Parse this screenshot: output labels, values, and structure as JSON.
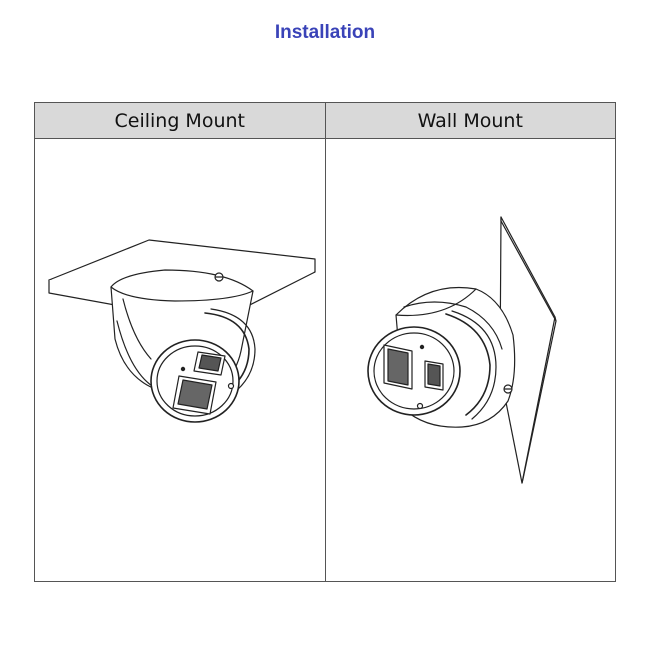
{
  "document": {
    "title": "Installation",
    "title_color": "#3a43b8",
    "columns": [
      {
        "heading": "Ceiling Mount",
        "illustration": "dome-camera-ceiling-mount-icon"
      },
      {
        "heading": "Wall Mount",
        "illustration": "dome-camera-wall-mount-icon"
      }
    ]
  }
}
